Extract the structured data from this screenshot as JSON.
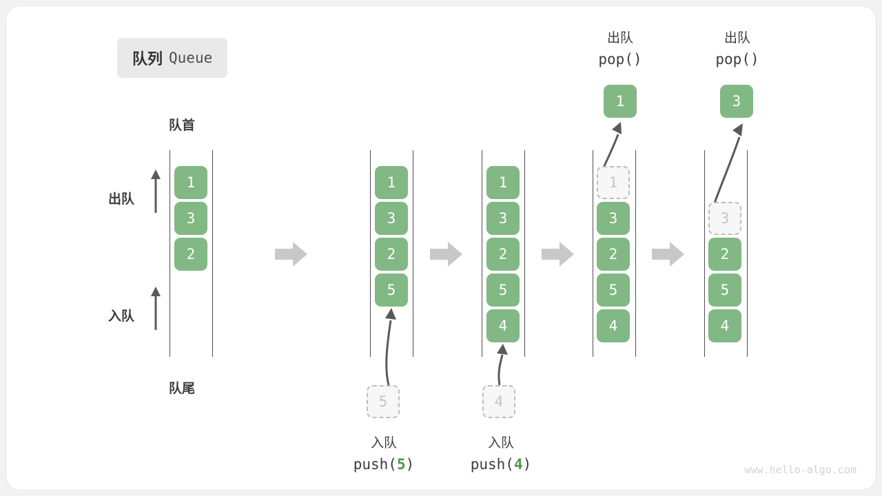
{
  "title": {
    "cn": "队列",
    "en": "Queue"
  },
  "colors": {
    "item_fill": "#81b883",
    "item_text": "#ffffff",
    "ghost_fill": "#f7f7f7",
    "ghost_border": "#bdbdbd",
    "ghost_text": "#c4c4c4",
    "rail": "#4d4d4d",
    "block_arrow": "#c8c8c8",
    "thin_arrow": "#5a5a5a",
    "label_text": "#3c3c3c",
    "chip_bg": "#e9e9e9",
    "card_bg": "#ffffff",
    "page_bg": "#f2f2f2",
    "accent_number": "#4a9a4d"
  },
  "labels": {
    "head": "队首",
    "tail": "队尾",
    "dequeue": "出队",
    "enqueue": "入队"
  },
  "stages": [
    {
      "id": "initial",
      "items": [
        "1",
        "3",
        "2"
      ],
      "ghost": null,
      "popped": null,
      "caption": null
    },
    {
      "id": "push-5",
      "items": [
        "1",
        "3",
        "2",
        "5"
      ],
      "ghost": null,
      "popped": null,
      "incoming": "5",
      "caption": {
        "cn": "入队",
        "fn_prefix": "push(",
        "fn_arg": "5",
        "fn_suffix": ")"
      }
    },
    {
      "id": "push-4",
      "items": [
        "1",
        "3",
        "2",
        "5",
        "4"
      ],
      "ghost": null,
      "popped": null,
      "incoming": "4",
      "caption": {
        "cn": "入队",
        "fn_prefix": "push(",
        "fn_arg": "4",
        "fn_suffix": ")"
      }
    },
    {
      "id": "pop-1",
      "items": [
        "3",
        "2",
        "5",
        "4"
      ],
      "ghost": "1",
      "popped": "1",
      "caption_top": {
        "cn": "出队",
        "fn": "pop()"
      }
    },
    {
      "id": "pop-3",
      "items": [
        "2",
        "5",
        "4"
      ],
      "ghost": "3",
      "popped": "3",
      "caption_top": {
        "cn": "出队",
        "fn": "pop()"
      }
    }
  ],
  "watermark": "www.hello-algo.com"
}
